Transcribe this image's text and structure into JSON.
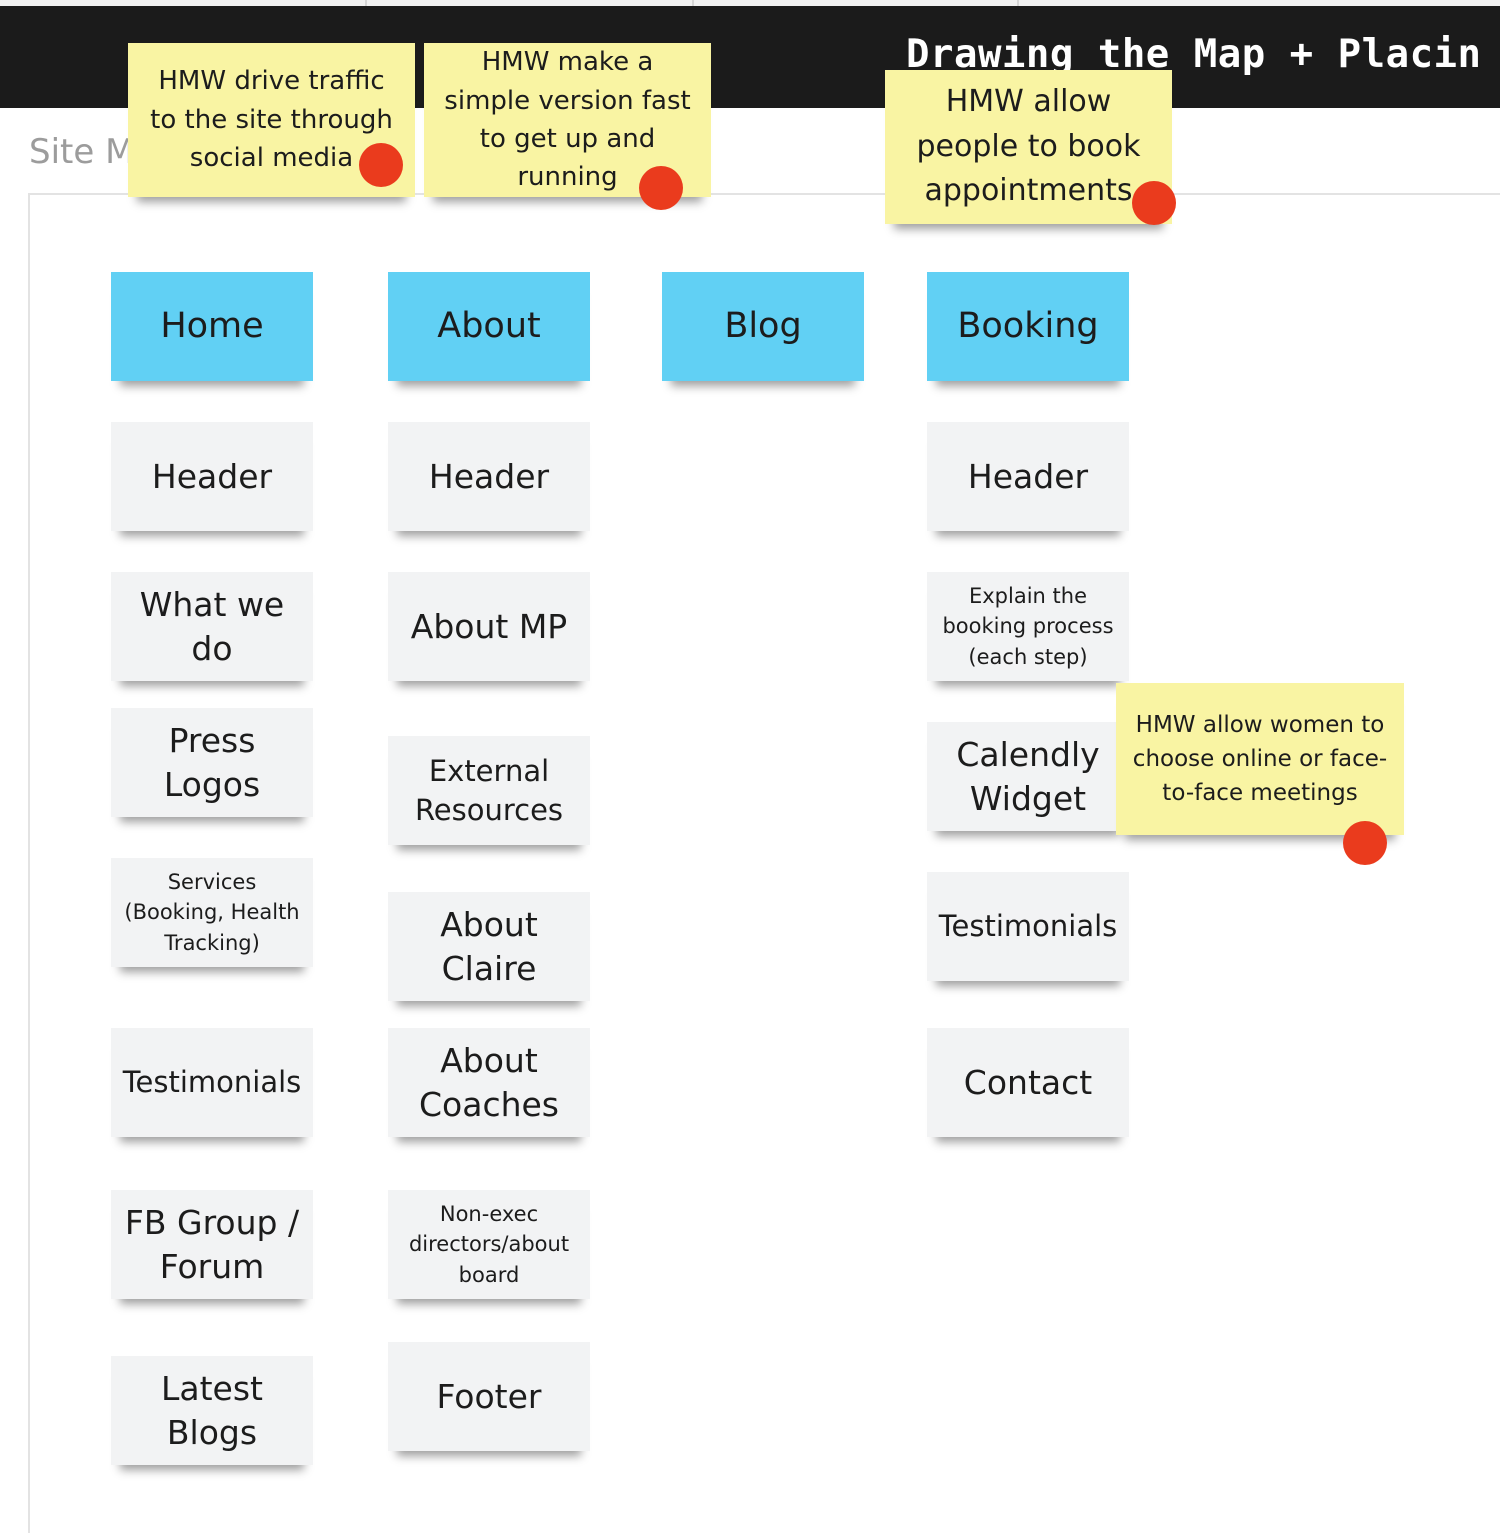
{
  "board": {
    "title": "Drawing the Map + Placin",
    "frame_label": "Site Map"
  },
  "columns": {
    "home": {
      "page": "Home",
      "cards": [
        "Header",
        "What we do",
        "Press Logos",
        "Services (Booking, Health Tracking)",
        "Testimonials",
        "FB Group / Forum",
        "Latest Blogs"
      ]
    },
    "about": {
      "page": "About",
      "cards": [
        "Header",
        "About MP",
        "External Resources",
        "About Claire",
        "About Coaches",
        "Non-exec directors/about board",
        "Footer"
      ]
    },
    "blog": {
      "page": "Blog",
      "cards": []
    },
    "booking": {
      "page": "Booking",
      "cards": [
        "Header",
        "Explain the booking process (each step)",
        "Calendly Widget",
        "Testimonials",
        "Contact"
      ]
    }
  },
  "hmw_notes": [
    "HMW drive traffic to the site through social media",
    "HMW make a simple version fast to get up and running",
    "HMW allow people to book appointments",
    "HMW allow women to choose online or face-to-face meetings"
  ],
  "votes": {
    "dot_color": "#ea3b1d",
    "count_per_note": [
      1,
      1,
      1,
      1
    ]
  },
  "colors": {
    "page_note": "#61d0f4",
    "content_note": "#f2f3f4",
    "hmw_note": "#f9f4a3",
    "top_bar": "#1b1b1b"
  }
}
